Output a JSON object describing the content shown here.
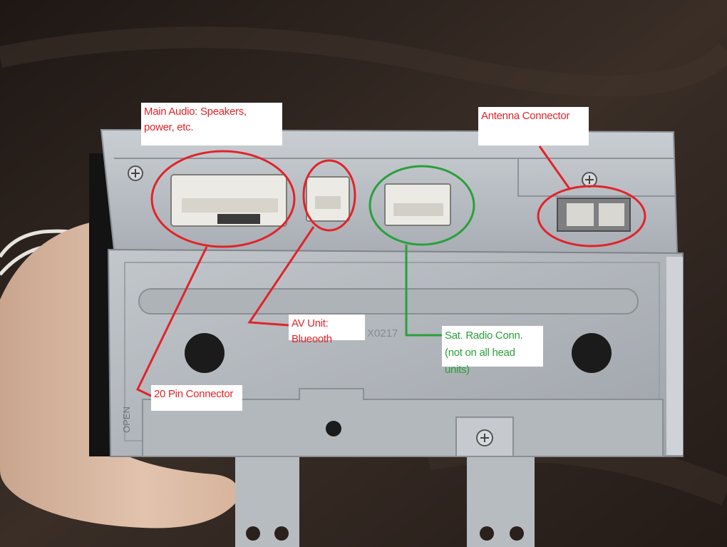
{
  "labels": {
    "main_audio": "Main Audio:  Speakers, power, etc.",
    "antenna": "Antenna Connector",
    "av_unit": "AV Unit: Blueooth",
    "sat_radio_line1": "Sat. Radio Conn.",
    "sat_radio_line2": "(not on all head units)",
    "pin20": "20 Pin Connector"
  },
  "engraved": {
    "open": "OPEN",
    "code": "X0217"
  },
  "colors": {
    "annotation_red": "#e0242a",
    "annotation_green": "#2aa03a",
    "chassis": "#b9bec4",
    "background": "#2a211c"
  }
}
